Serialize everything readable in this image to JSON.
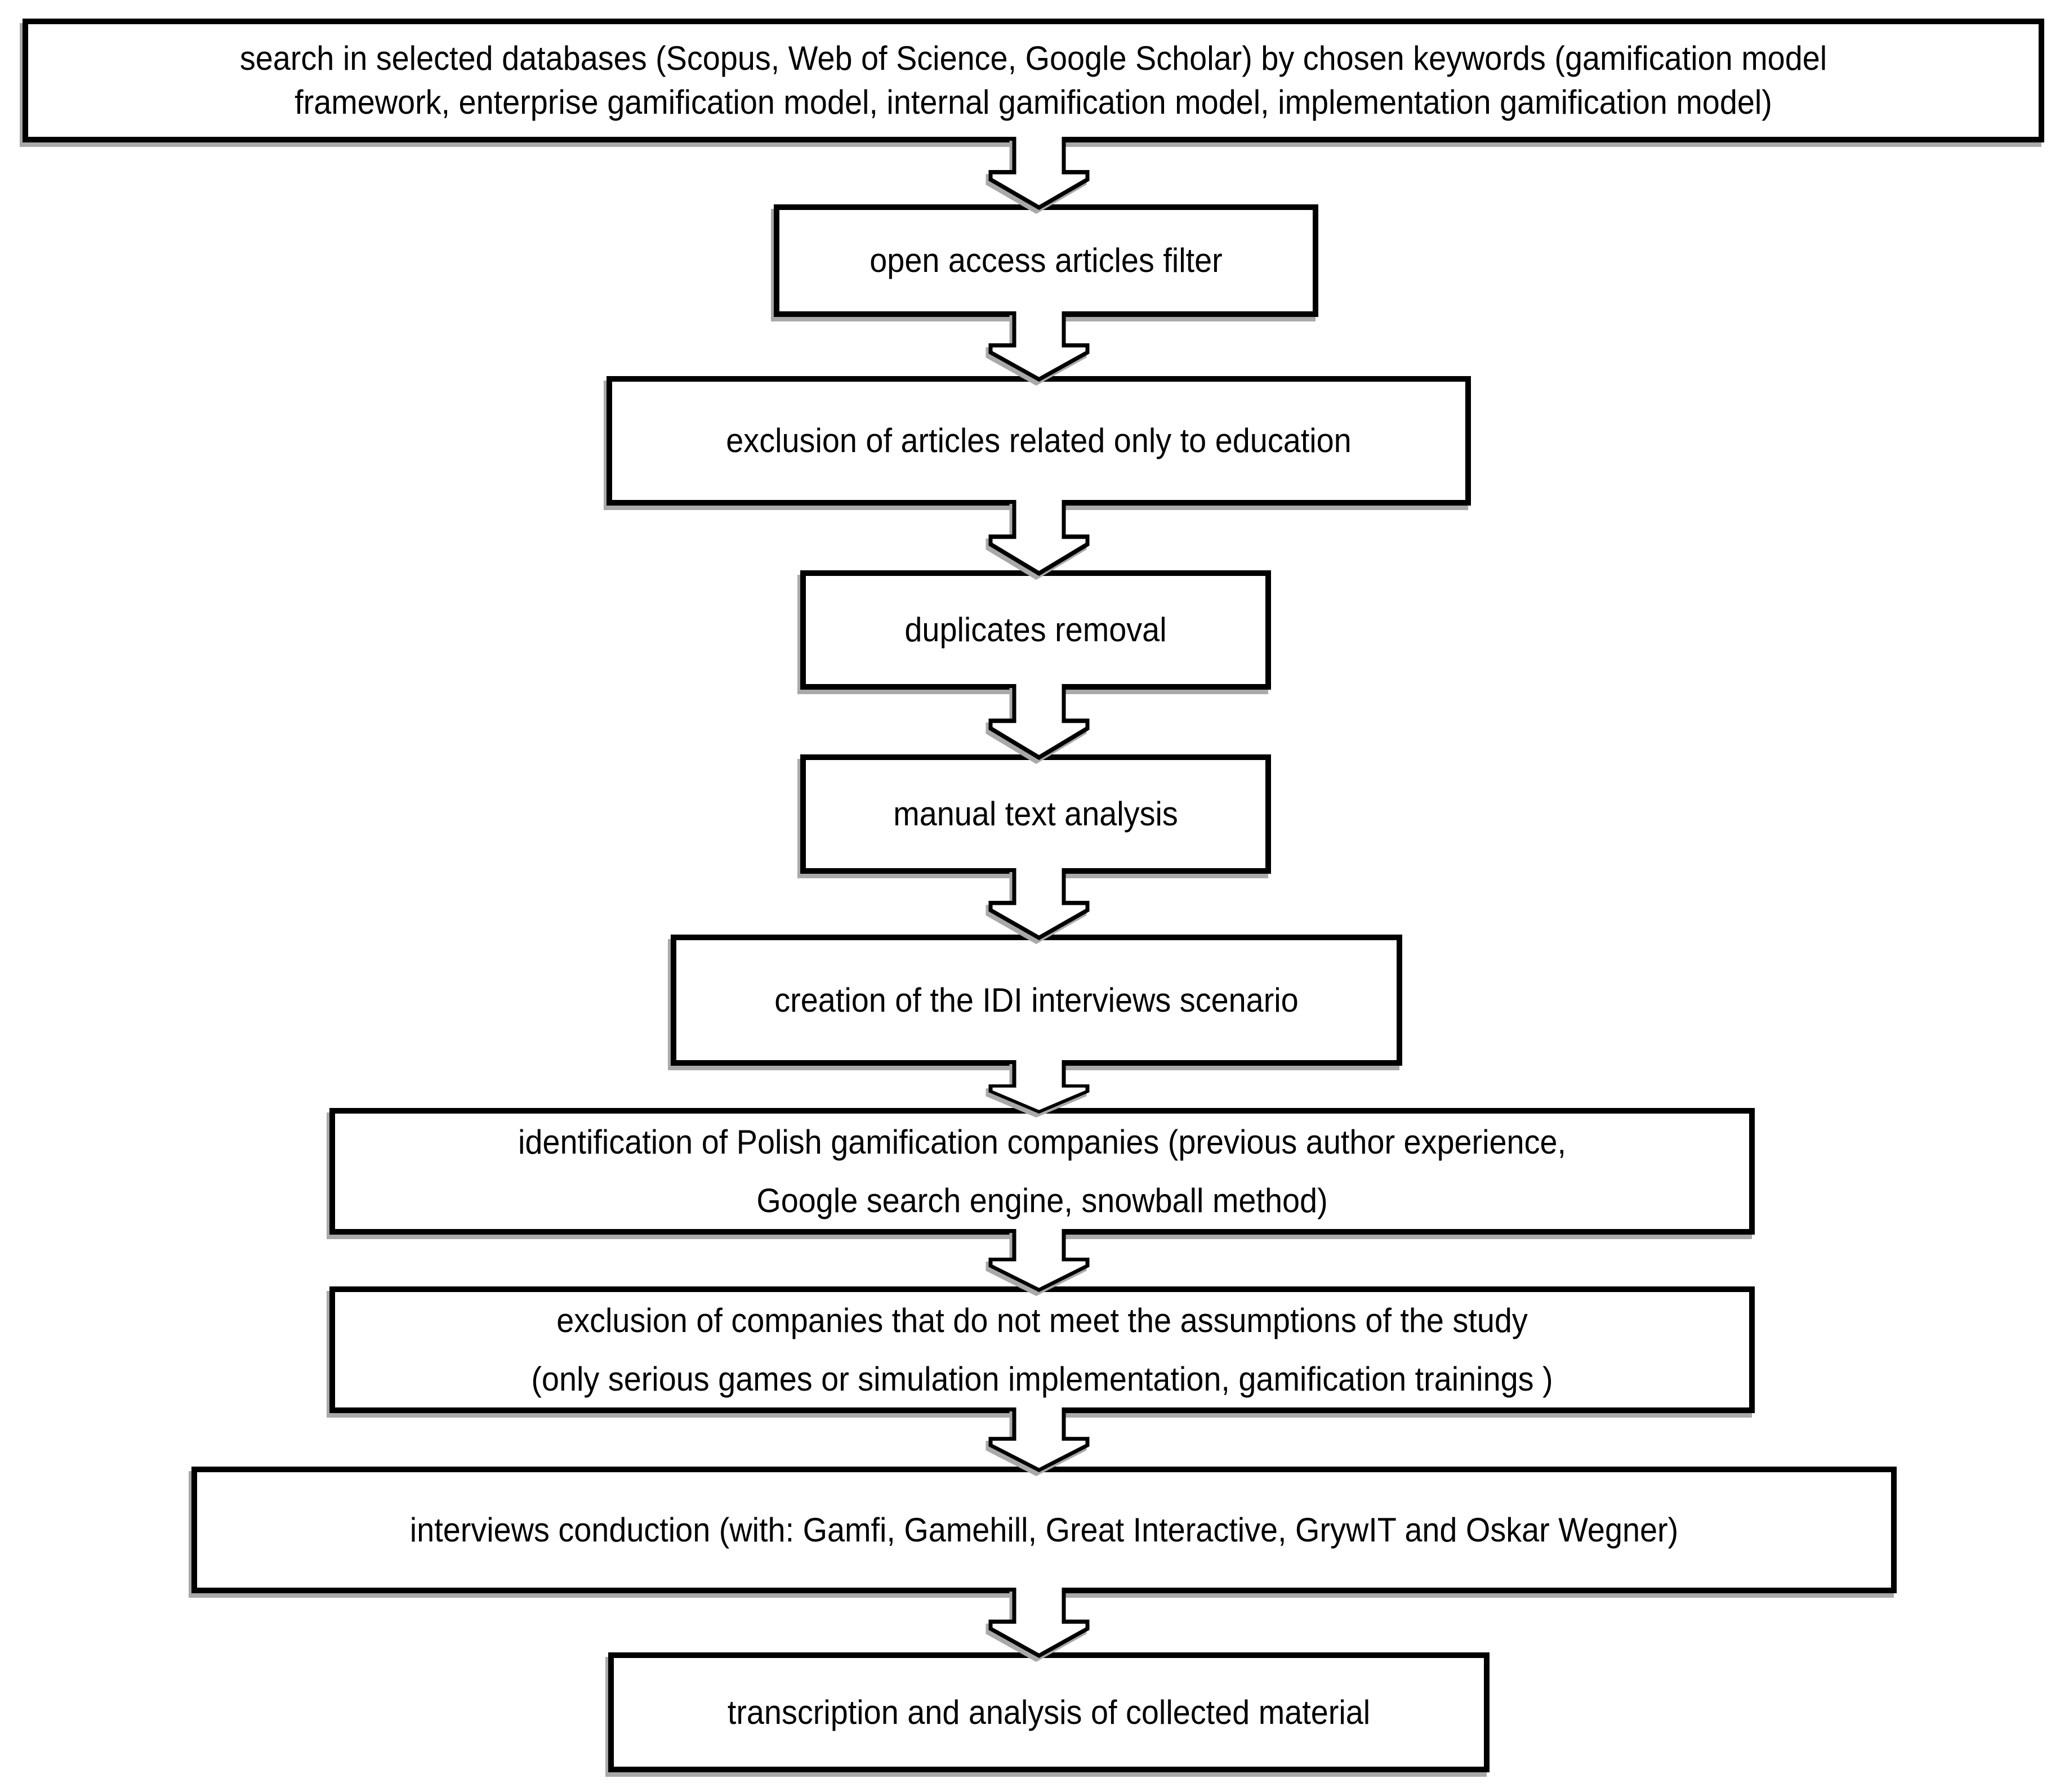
{
  "diagram": {
    "title": "research procedure flowchart",
    "type": "flowchart",
    "direction": "top-down",
    "connector_style": "outlined block down arrow with notched head",
    "colors": {
      "box_fill": "#ffffff",
      "box_border": "#000000",
      "text": "#000000",
      "shadow": "#a9a9a9"
    },
    "steps": [
      {
        "id": 1,
        "lines": [
          "search in selected databases (Scopus, Web of Science, Google Scholar) by chosen keywords (gamification model",
          "framework, enterprise gamification model, internal gamification model, implementation gamification model)"
        ]
      },
      {
        "id": 2,
        "lines": [
          "open access articles filter"
        ]
      },
      {
        "id": 3,
        "lines": [
          "exclusion of articles related only to education"
        ]
      },
      {
        "id": 4,
        "lines": [
          "duplicates removal"
        ]
      },
      {
        "id": 5,
        "lines": [
          "manual text analysis"
        ]
      },
      {
        "id": 6,
        "lines": [
          "creation of the IDI interviews scenario"
        ]
      },
      {
        "id": 7,
        "lines": [
          "identification of Polish gamification companies (previous author experience,",
          "Google search engine, snowball method)"
        ]
      },
      {
        "id": 8,
        "lines": [
          "exclusion of companies that do not meet the assumptions of the study",
          "(only serious games or simulation implementation, gamification trainings )"
        ]
      },
      {
        "id": 9,
        "lines": [
          "interviews conduction (with: Gamfi, Gamehill, Great Interactive, GrywIT and Oskar Wegner)"
        ]
      },
      {
        "id": 10,
        "lines": [
          "transcription and analysis of collected material"
        ]
      }
    ]
  }
}
